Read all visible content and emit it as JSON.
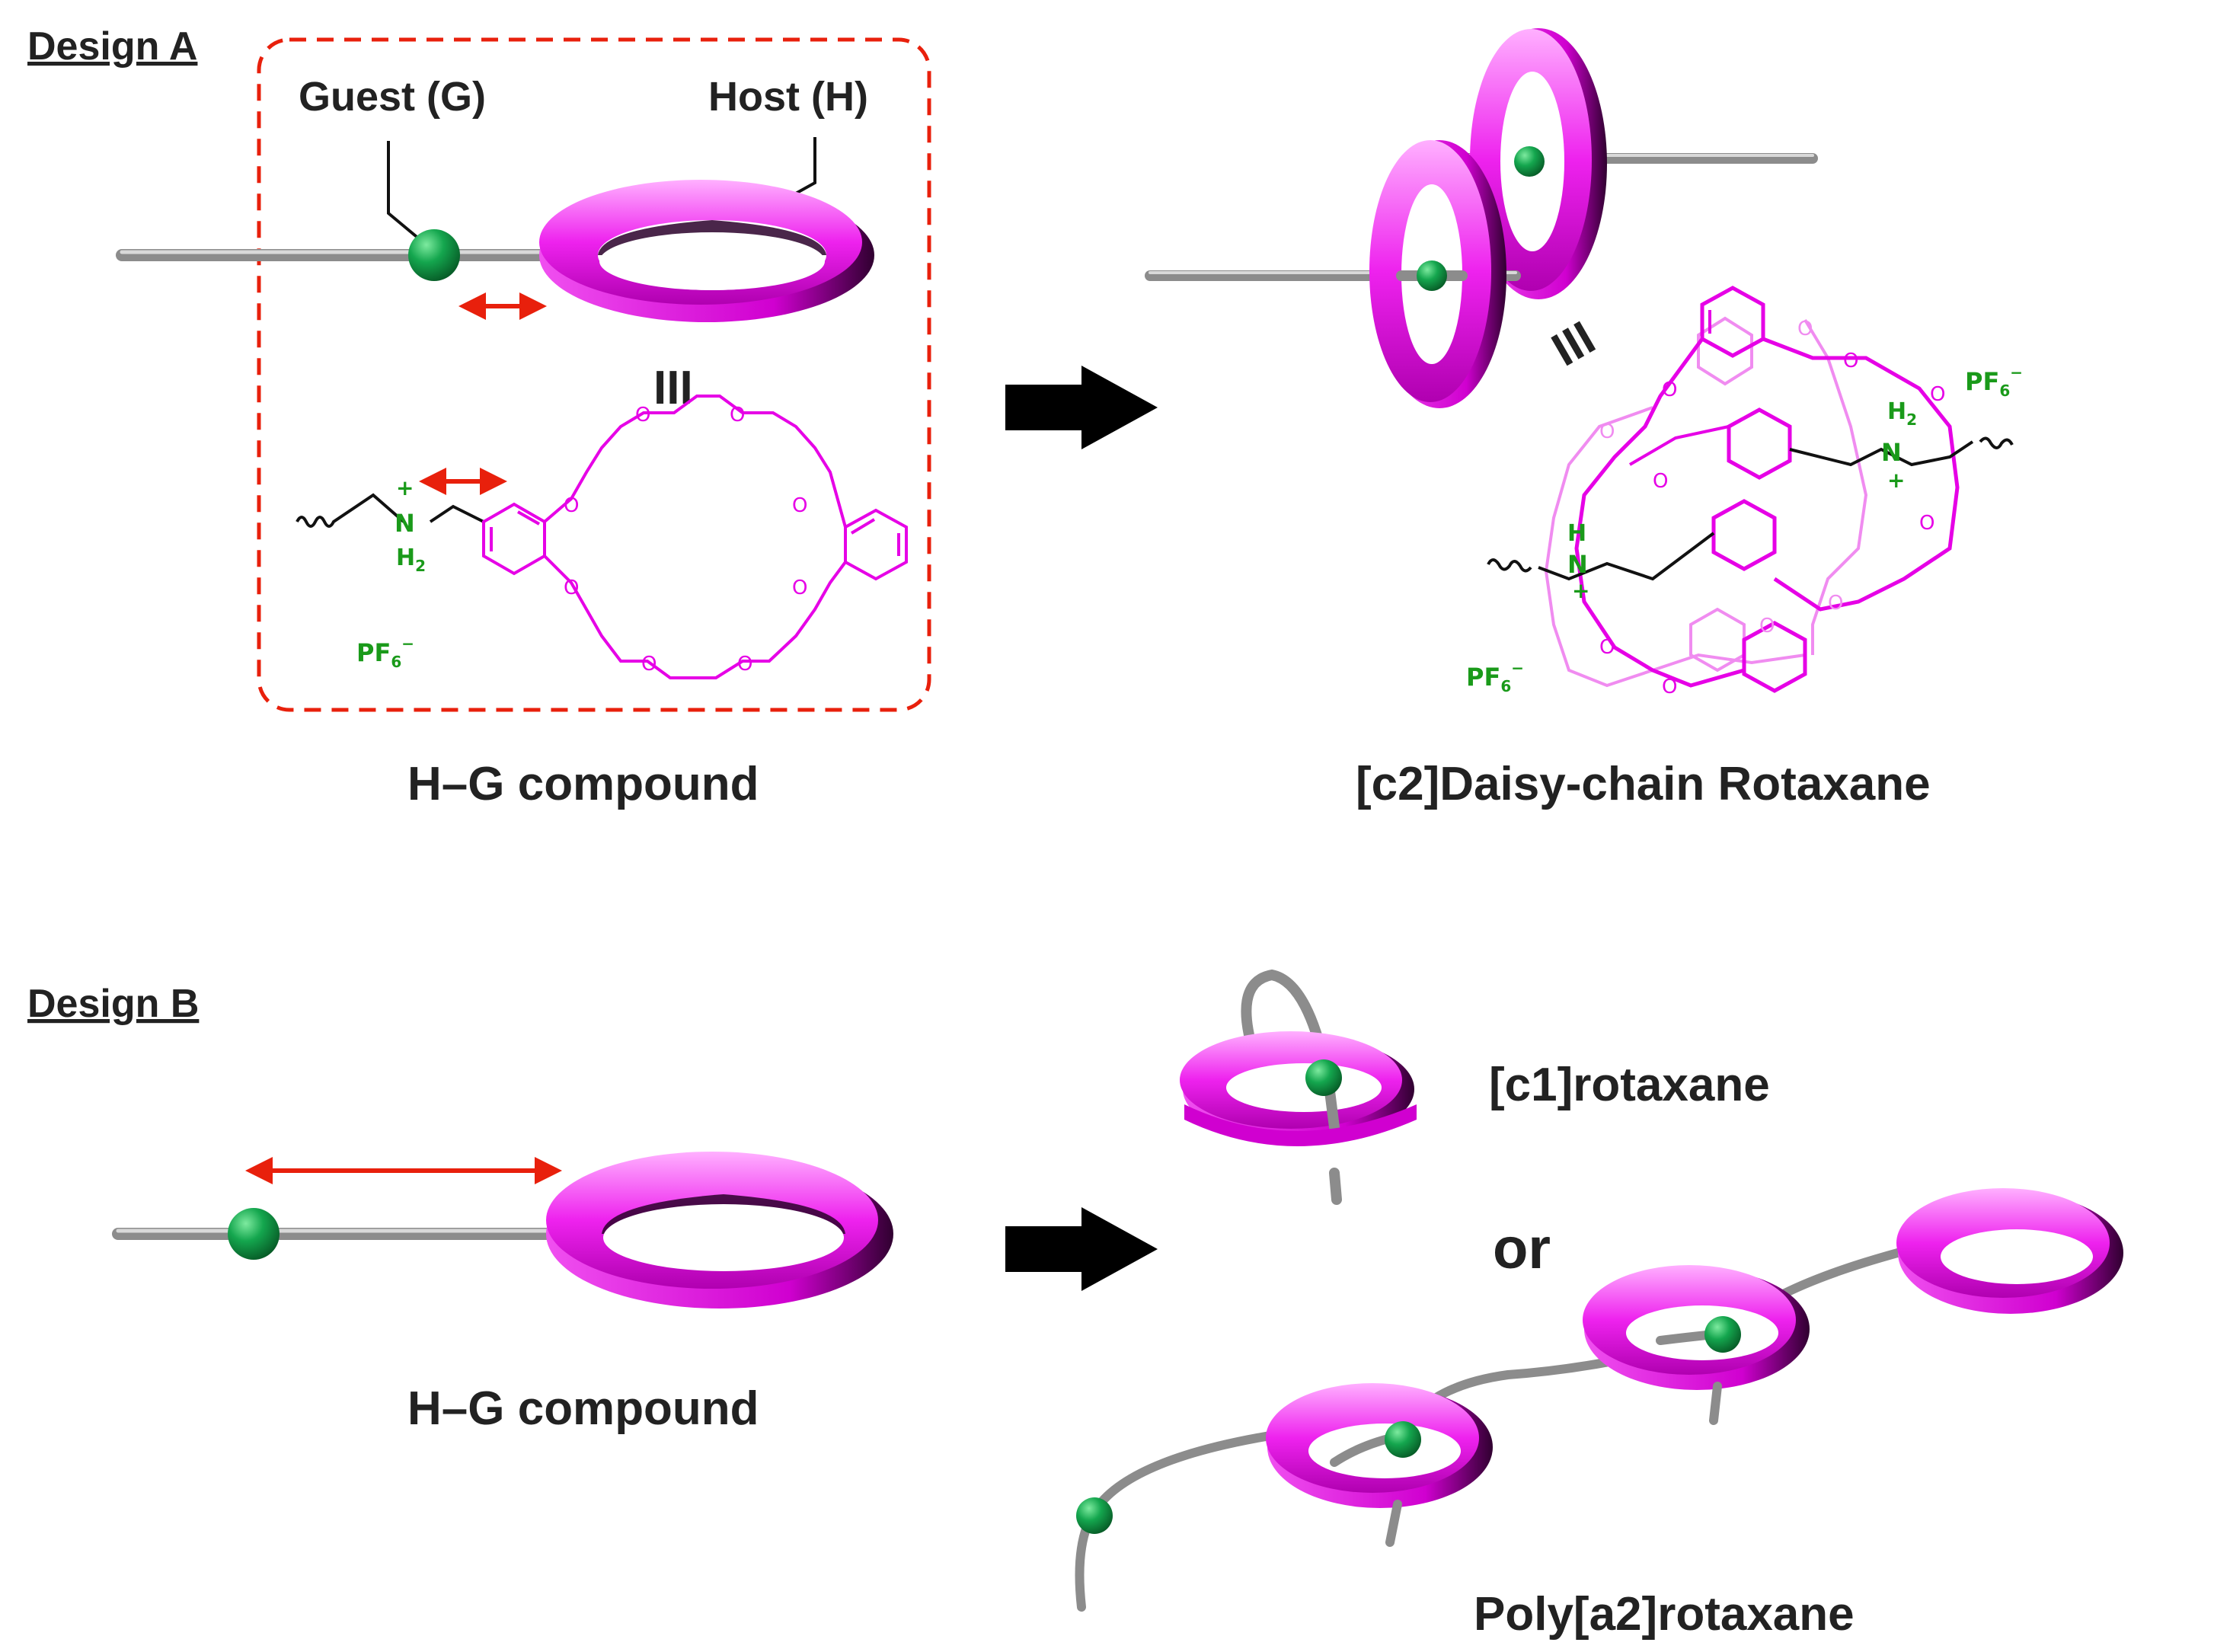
{
  "design_a": {
    "header": "Design A",
    "guest_label": "Guest (G)",
    "host_label": "Host (H)",
    "equiv_symbol": "III",
    "hg_caption": "H–G compound",
    "product_caption": "[c2]Daisy-chain Rotaxane",
    "counterion_base": "PF",
    "counterion_sub": "6",
    "counterion_sup": "−",
    "nitrogen": "N",
    "h2": "H",
    "h2_sub": "2",
    "hydrogen": "H",
    "charge": "+",
    "oxygen": "O"
  },
  "design_b": {
    "header": "Design B",
    "hg_caption": "H–G compound",
    "c1_label": "[c1]rotaxane",
    "or_label": "or",
    "poly_label": "Poly[a2]rotaxane"
  },
  "colors": {
    "host_ring": "#e600e6",
    "guest_bead": "#12a04a",
    "axle": "#8c8c8c",
    "arrow_red": "#e8200c",
    "dash_box": "#e8200c",
    "counterion": "#1a9a1a"
  }
}
